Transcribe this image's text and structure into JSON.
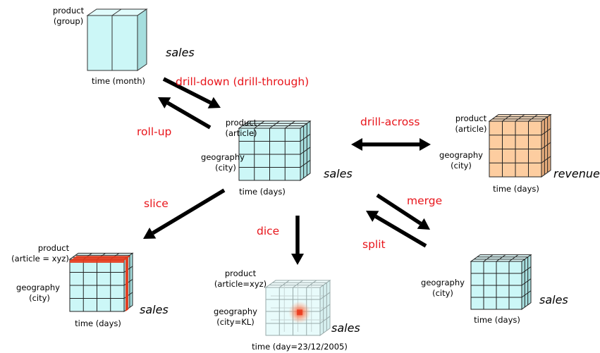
{
  "cubes": {
    "monthly": {
      "axis_top": [
        "product",
        "(group)"
      ],
      "axis_bottom": "time (month)",
      "measure": "sales"
    },
    "center": {
      "axis_top": [
        "product",
        "(article)"
      ],
      "axis_left": [
        "geography",
        "(city)"
      ],
      "axis_bottom": "time (days)",
      "measure": "sales"
    },
    "revenue": {
      "axis_top": [
        "product",
        "(article)"
      ],
      "axis_left": [
        "geography",
        "(city)"
      ],
      "axis_bottom": "time (days)",
      "measure": "revenue"
    },
    "slice": {
      "axis_top": [
        "product",
        "(article = xyz)"
      ],
      "axis_left": [
        "geography",
        "(city)"
      ],
      "axis_bottom": "time (days)",
      "measure": "sales"
    },
    "dice": {
      "axis_top": [
        "product",
        "(article=xyz)"
      ],
      "axis_left": [
        "geography",
        "(city=KL)"
      ],
      "axis_bottom": "time (day=23/12/2005)",
      "measure": "sales"
    },
    "merge": {
      "axis_left": [
        "geography",
        "(city)"
      ],
      "axis_bottom": "time (days)",
      "measure": "sales"
    }
  },
  "operations": {
    "drill_down": "drill-down (drill-through)",
    "roll_up": "roll-up",
    "drill_across": "drill-across",
    "slice": "slice",
    "dice": "dice",
    "merge": "merge",
    "split": "split"
  },
  "colors": {
    "cube_face": "#ccf7f7",
    "cube_side": "#a6dede",
    "cube_top": "#e0fbfb",
    "revenue_face": "#fdcda0",
    "revenue_side": "#e6ac7c",
    "revenue_top": "#fde0c2",
    "highlight": "#e83a1c",
    "operation_text": "#e8151b",
    "arrow": "#000000"
  }
}
